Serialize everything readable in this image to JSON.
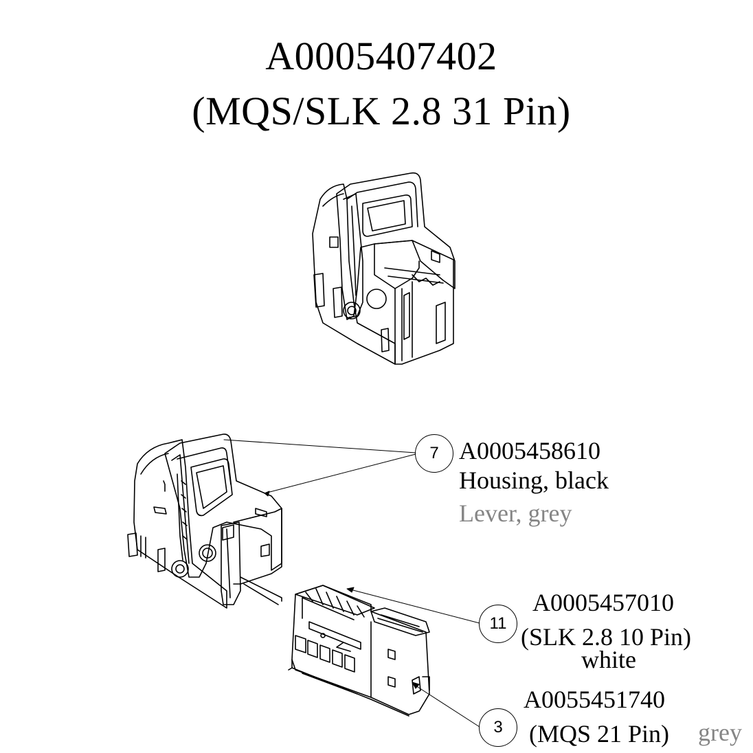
{
  "title": {
    "part_number": "A0005407402",
    "description": "(MQS/SLK 2.8  31 Pin)"
  },
  "callouts": [
    {
      "number": "7",
      "part_number": "A0005458610",
      "lines": [
        "Housing, black",
        "Lever, grey"
      ],
      "line_colors": [
        "#000000",
        "#858585"
      ]
    },
    {
      "number": "11",
      "part_number": "A0005457010",
      "lines": [
        "(SLK 2.8  10 Pin)",
        "white"
      ],
      "line_colors": [
        "#000000",
        "#000000"
      ]
    },
    {
      "number": "3",
      "part_number": "A0055451740",
      "lines": [
        "(MQS  21 Pin)",
        "grey"
      ],
      "line_colors": [
        "#000000",
        "#858585"
      ]
    }
  ],
  "colors": {
    "background": "#ffffff",
    "text": "#000000",
    "grey_text": "#858585",
    "line": "#000000"
  },
  "figures": [
    {
      "name": "assembled-connector",
      "description": "Assembled 31-pin connector with lever"
    },
    {
      "name": "housing-with-lever",
      "description": "Housing with lever (item 7)"
    },
    {
      "name": "insert-modules",
      "description": "SLK 10-pin insert (item 11) and MQS 21-pin insert (item 3)"
    }
  ]
}
